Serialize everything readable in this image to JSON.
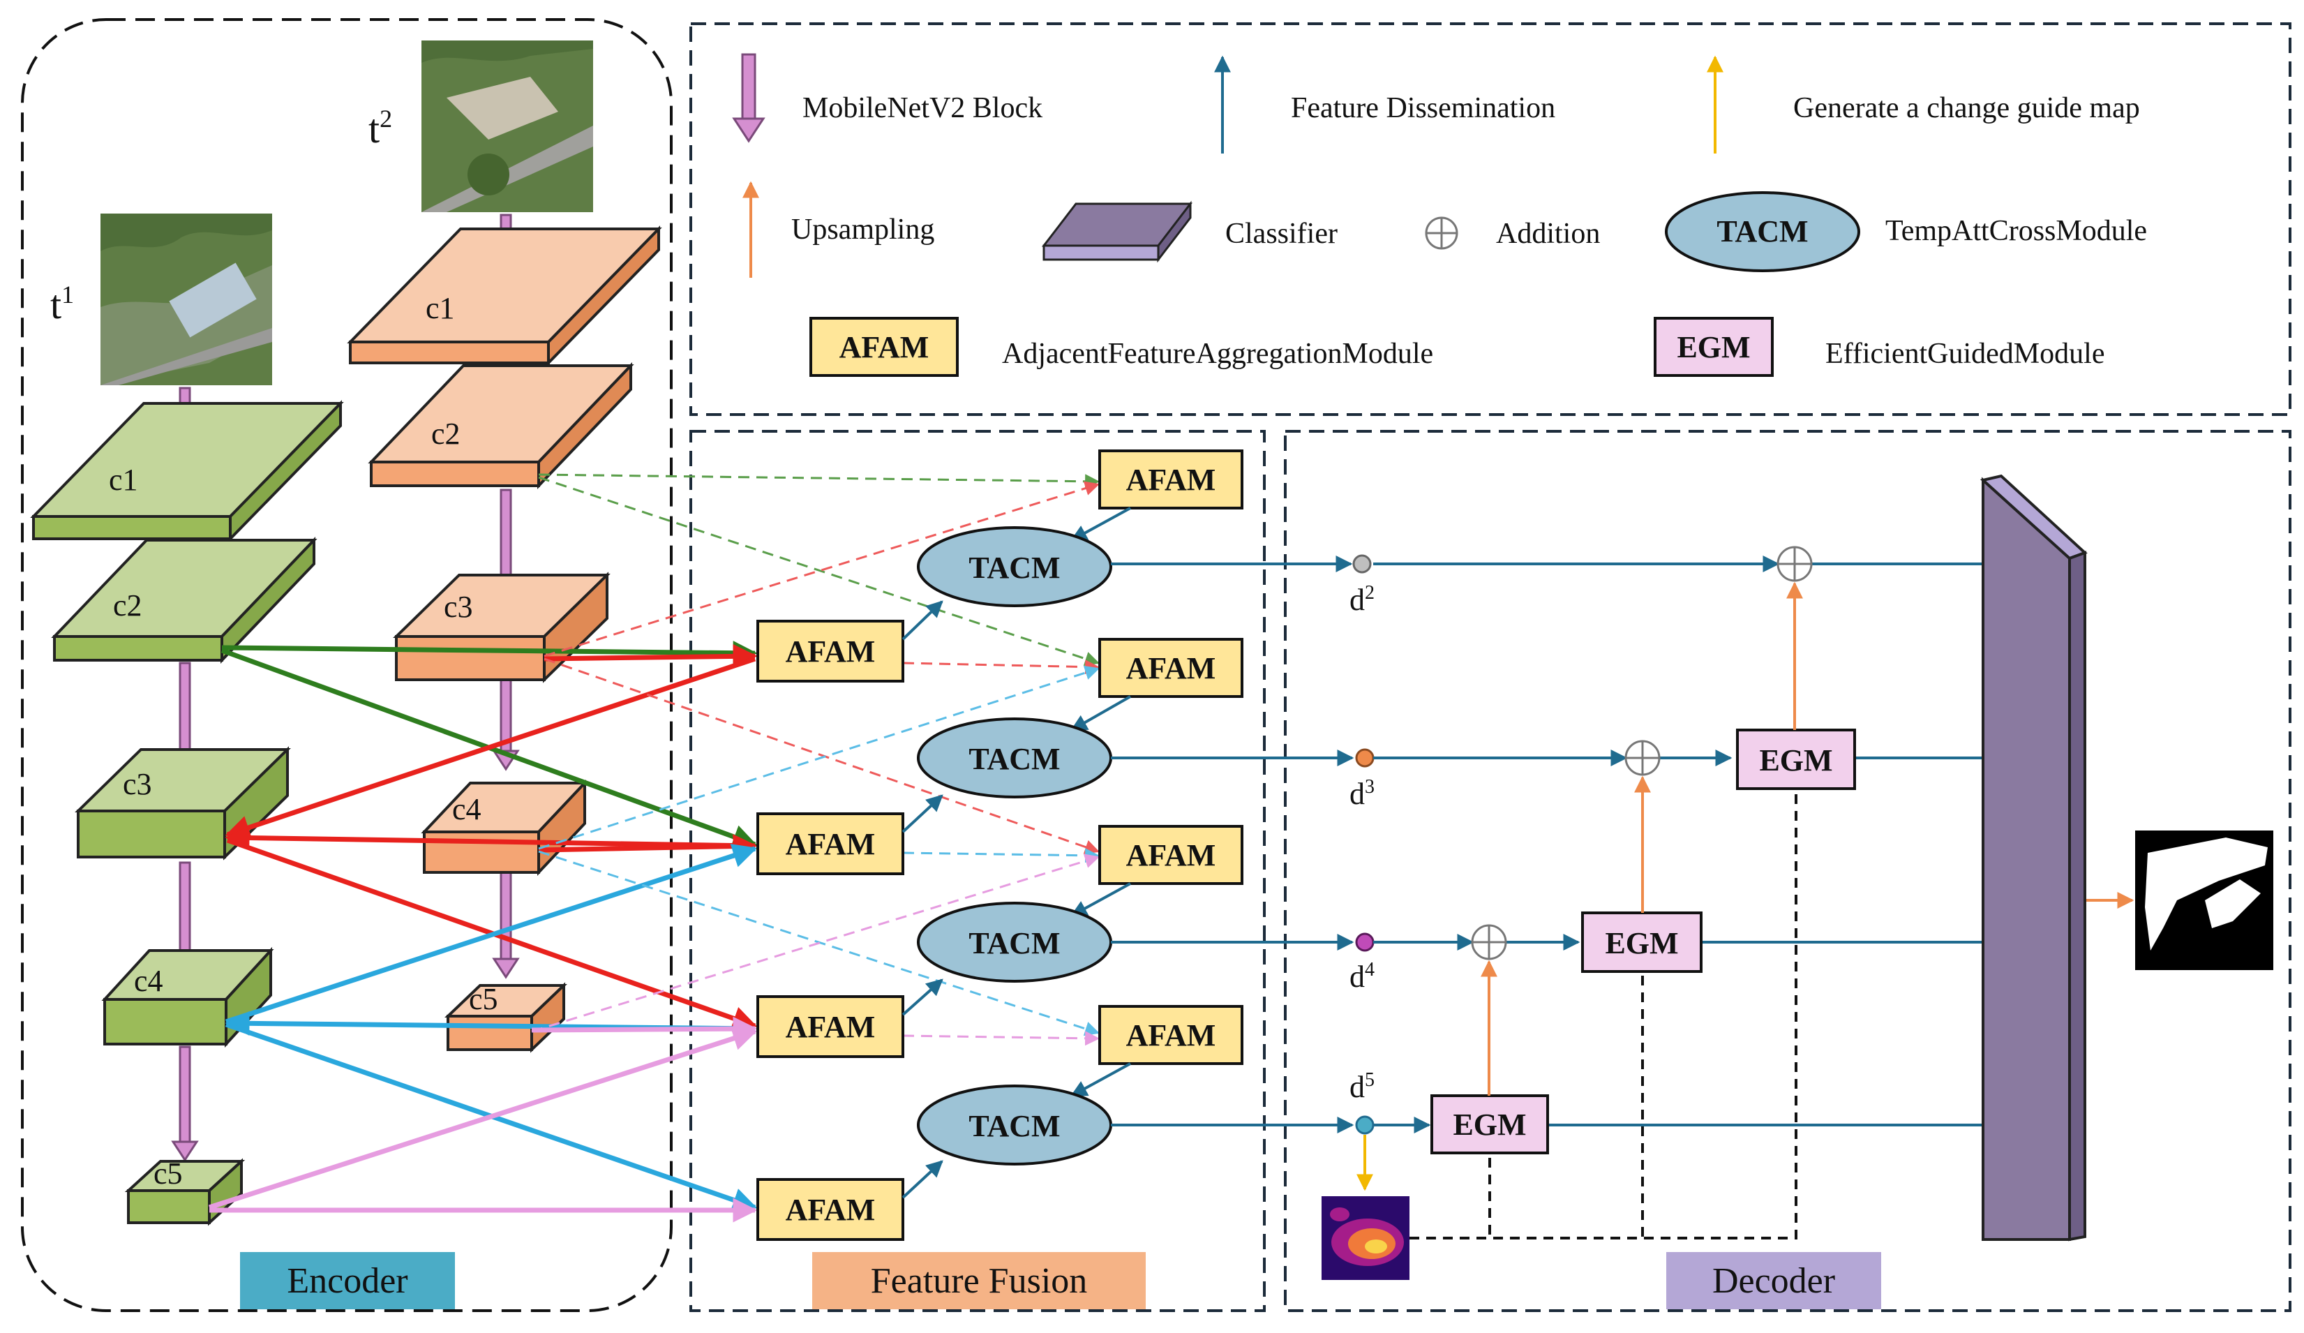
{
  "legend": {
    "mobilenet": "MobileNetV2 Block",
    "dissemination": "Feature Dissemination",
    "guide_map": "Generate a change guide map",
    "upsampling": "Upsampling",
    "classifier": "Classifier",
    "addition": "Addition",
    "tacm_abbr": "TACM",
    "tacm_full": "TempAttCrossModule",
    "afam_abbr": "AFAM",
    "afam_full": "AdjacentFeatureAggregationModule",
    "egm_abbr": "EGM",
    "egm_full": "EfficientGuidedModule"
  },
  "encoder": {
    "t1_base": "t",
    "t1_sup": "1",
    "t2_base": "t",
    "t2_sup": "2",
    "stages": [
      "c1",
      "c2",
      "c3",
      "c4",
      "c5"
    ]
  },
  "fusion": {
    "afam_label": "AFAM",
    "tacm_label": "TACM"
  },
  "decoder": {
    "egm_label": "EGM",
    "d_base": "d",
    "d_sups": [
      "2",
      "3",
      "4",
      "5"
    ]
  },
  "sections": {
    "encoder": "Encoder",
    "fusion": "Feature Fusion",
    "decoder": "Decoder"
  },
  "colors": {
    "t1_block": "#c3d69b",
    "t2_block": "#f5b386",
    "afam_fill": "#ffe699",
    "tacm_fill": "#9dc3d6",
    "egm_fill": "#f2d0ec",
    "classifier": "#8a7aa0",
    "dissemination": "#1f6b8f",
    "upsampling": "#ee8a4a",
    "guide": "#f2b800",
    "mobilenet": "#d58fd0",
    "encoder_tag": "#4bacc6",
    "fusion_tag": "#f5b386",
    "decoder_tag": "#b4a7d6"
  }
}
